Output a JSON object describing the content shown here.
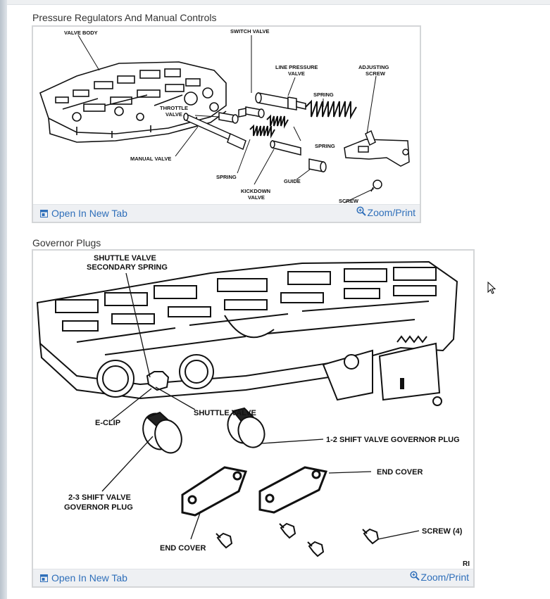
{
  "figures": [
    {
      "title": "Pressure Regulators And Manual Controls",
      "open_label": "Open In New Tab",
      "zoom_label": "Zoom/Print",
      "labels": {
        "valve_body": "VALVE BODY",
        "switch_valve": "SWITCH VALVE",
        "line_pressure_valve_1": "LINE PRESSURE",
        "line_pressure_valve_2": "VALVE",
        "adjusting_screw_1": "ADJUSTING",
        "adjusting_screw_2": "SCREW",
        "spring_top": "SPRING",
        "throttle_valve_1": "THROTTLE",
        "throttle_valve_2": "VALVE",
        "spring_right": "SPRING",
        "manual_valve": "MANUAL VALVE",
        "spring_bottom": "SPRING",
        "guide": "GUIDE",
        "kickdown_valve_1": "KICKDOWN",
        "kickdown_valve_2": "VALVE",
        "screw": "SCREW"
      }
    },
    {
      "title": "Governor Plugs",
      "open_label": "Open In New Tab",
      "zoom_label": "Zoom/Print",
      "labels": {
        "shuttle_secondary_1": "SHUTTLE VALVE",
        "shuttle_secondary_2": "SECONDARY SPRING",
        "e_clip": "E-CLIP",
        "shuttle_valve": "SHUTTLE VALVE",
        "shift_12_plug": "1-2 SHIFT VALVE GOVERNOR PLUG",
        "end_cover_right": "END COVER",
        "shift_23_plug_1": "2-3 SHIFT VALVE",
        "shift_23_plug_2": "GOVERNOR PLUG",
        "end_cover_left": "END COVER",
        "screw_4": "SCREW (4)",
        "corner_mark": "RI"
      }
    }
  ]
}
